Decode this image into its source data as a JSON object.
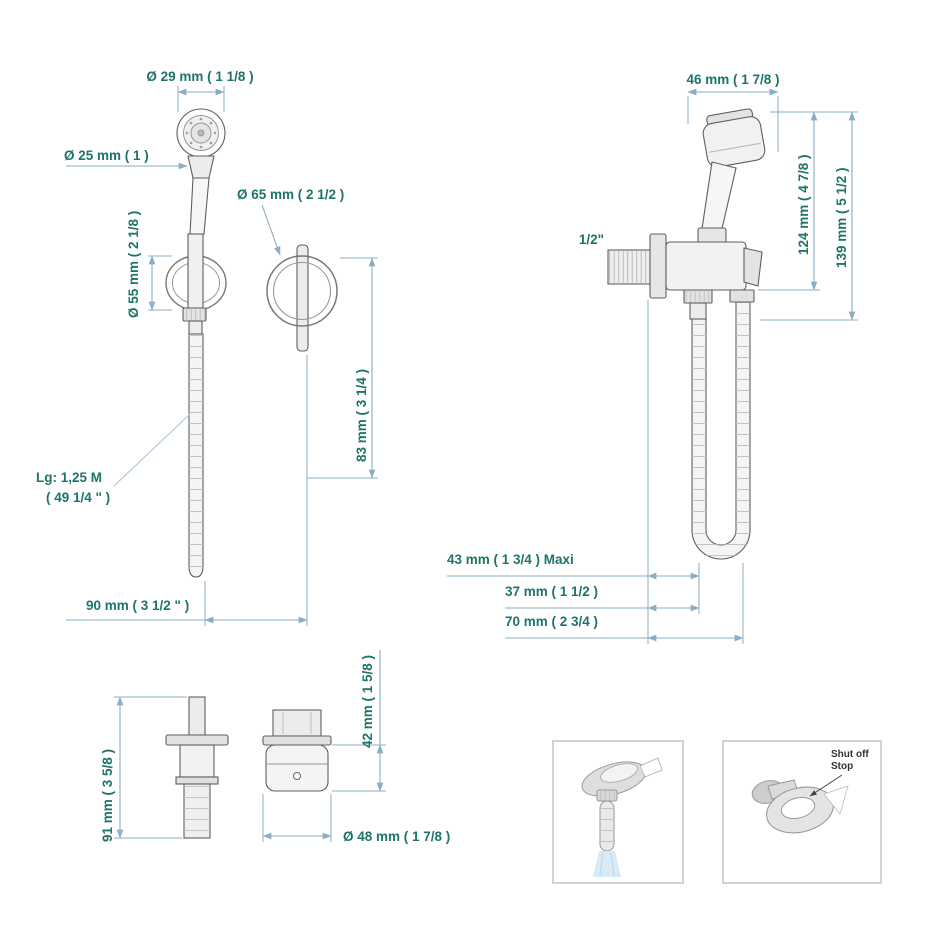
{
  "colors": {
    "dimension_text": "#1e7468",
    "dimension_line": "#8aaec6",
    "leader_line": "#aac9e3",
    "drawing_outline": "#5f5f5f",
    "water": "#d8eaf7"
  },
  "views": {
    "handspray_front": {
      "dim_head_diameter": "Ø 29 mm ( 1 1/8 )",
      "dim_body_diameter": "Ø 25 mm ( 1 )",
      "dim_ring_diameter": "Ø 55 mm ( 2 1/8 )",
      "hose_length_label_1": "Lg: 1,25 M",
      "hose_length_label_2": "( 49 1/4 \" )",
      "dim_offset": "90 mm ( 3 1/2 \" )"
    },
    "holder_ring_front": {
      "dim_ring_outer_diameter": "Ø 65 mm ( 2 1/2 )",
      "dim_height": "83 mm ( 3 1/4 )"
    },
    "valve_side": {
      "dim_head_width": "46 mm ( 1 7/8 )",
      "dim_height_to_axis": "124 mm ( 4 7/8 )",
      "dim_total_height": "139 mm ( 5 1/2 )",
      "inlet_label": "1/2\"",
      "dim_wall_max": "43 mm ( 1 3/4 )  Maxi",
      "dim_flange_to_hose": "37 mm ( 1 1/2 )",
      "dim_flange_to_hose_outer": "70 mm ( 2 3/4 )"
    },
    "cartridge": {
      "dim_height": "91 mm ( 3 5/8 )"
    },
    "cap": {
      "dim_height": "42 mm ( 1 5/8 )",
      "dim_diameter": "Ø 48 mm ( 1 7/8 )"
    },
    "thumbnails": {
      "shutoff_label_1": "Shut off",
      "shutoff_label_2": "Stop"
    }
  }
}
